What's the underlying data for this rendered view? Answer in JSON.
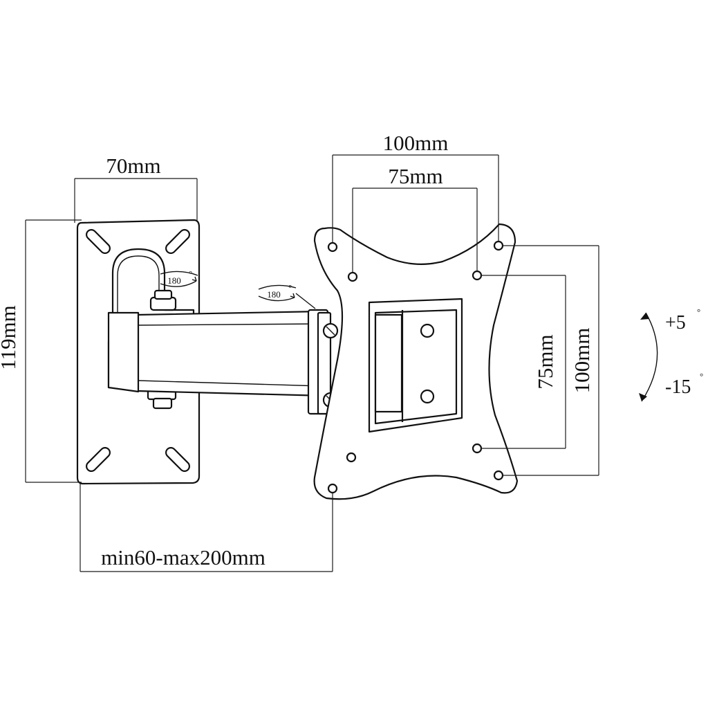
{
  "dimensions": {
    "wall_plate_width": "70mm",
    "wall_plate_height": "119mm",
    "vesa_outer_width": "100mm",
    "vesa_inner_width": "75mm",
    "vesa_inner_height": "75mm",
    "vesa_outer_height": "100mm",
    "extension_range": "min60-max200mm"
  },
  "rotation": {
    "wall_swivel": "180",
    "arm_swivel": "180",
    "degree_symbol": "°"
  },
  "tilt": {
    "up": "+5",
    "down": "-15",
    "degree_symbol": "°"
  }
}
